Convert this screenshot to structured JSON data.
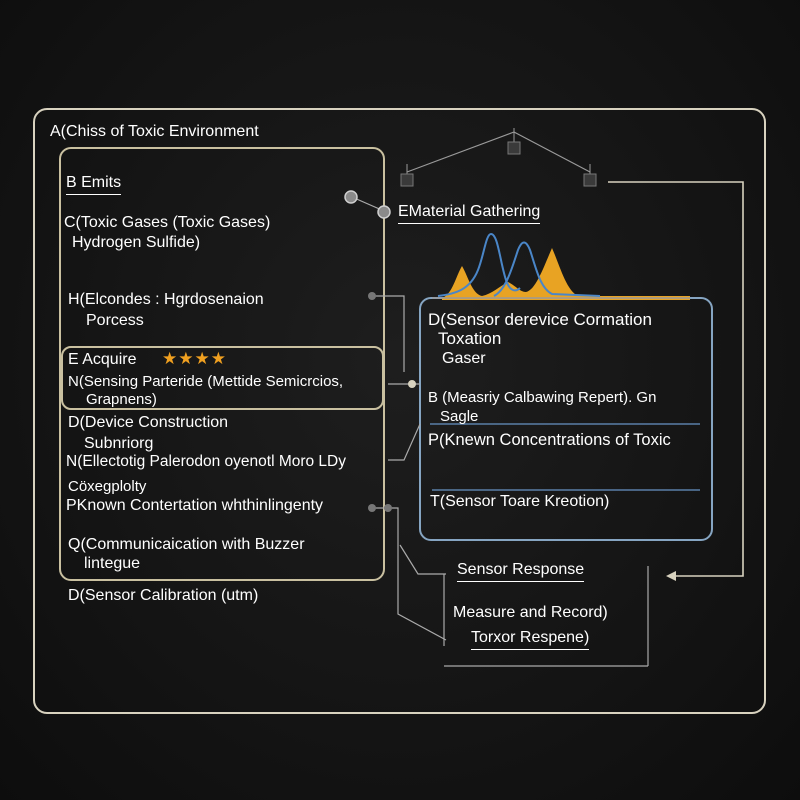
{
  "outer": {
    "title": "A(Chiss of Toxic Environment"
  },
  "left_panel": {
    "emits": "B Emits",
    "gases_1": "C(Toxic Gases (Toxic Gases)",
    "gases_2": "Hydrogen Sulfide)",
    "process_1": "H(Elcondes : Hgrdosenaion",
    "process_2": "Porcess",
    "acquire": "E Acquire",
    "sensing_1": "N(Sensing Parteride (Mettide Semicrcios,",
    "sensing_2": "Grapnens)",
    "device_1": "D(Device Construction",
    "device_2": "Subnriorg",
    "electrode": "N(Ellectotig Palerodon oyenotl Moro LDy",
    "complexity": "Cöxegplolty",
    "known_conc": "PKnown Contertation whthinlingenty",
    "comm_1": "Q(Communicaication with Buzzer",
    "comm_2": "lintegue",
    "calibration": "D(Sensor Calibration (utm)"
  },
  "top_right": {
    "material_gathering": "EMaterial Gathering"
  },
  "right_panel": {
    "formation_1": "D(Sensor derevice Cormation",
    "formation_2": "Toxation",
    "formation_3": "Gaser",
    "measure_1": "B (Measriy Calbawing Repert). Gn",
    "measure_2": "Sagle",
    "known_conc": "P(Knewn Concentrations of Toxic",
    "sensor_tore": "T(Sensor Toare Kreotion)"
  },
  "bottom": {
    "sensor_response": "Sensor Response",
    "measure_record": "Measure and Record)",
    "toxor_response": "Torxor Respene)"
  },
  "acquire_rating": 4,
  "colors": {
    "frame": "#d8d2bf",
    "left_panel_border": "#c9c0a0",
    "right_panel_border": "#86a5c2",
    "peak_fill": "#e8a323",
    "blue_line": "#4a86c8",
    "star": "#f0a020"
  },
  "icons": [
    "node-dot-icon",
    "pendant-lamp-icon",
    "star-icon",
    "arrow-head-icon"
  ]
}
